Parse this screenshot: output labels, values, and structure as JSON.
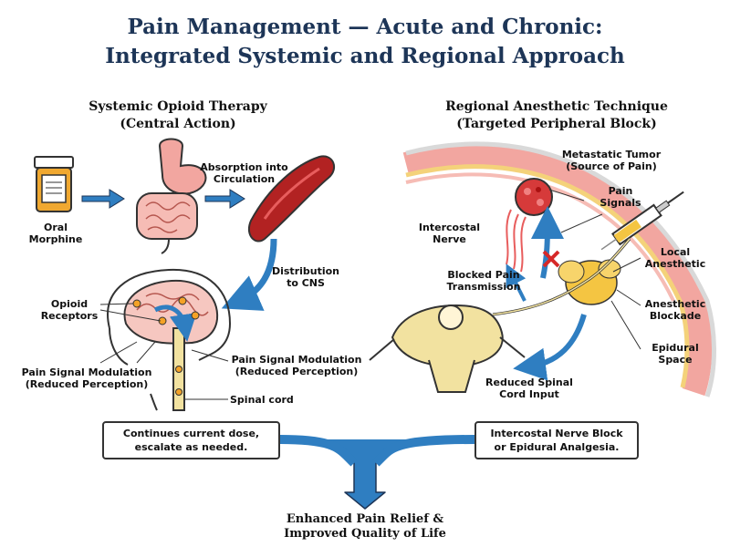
{
  "title": {
    "line1": "Pain Management — Acute and Chronic:",
    "line2": "Integrated Systemic and Regional Approach"
  },
  "left_panel": {
    "heading1": "Systemic Opioid Therapy",
    "heading2": "(Central Action)",
    "oral_morphine": [
      "Oral",
      "Morphine"
    ],
    "absorption": [
      "Absorption into",
      "Circulation"
    ],
    "distribution": [
      "Distribution",
      "to CNS"
    ],
    "opioid_receptors": [
      "Opioid",
      "Receptors"
    ],
    "modulation_left": [
      "Pain Signal Modulation",
      "(Reduced Perception)"
    ],
    "modulation_right": [
      "Pain Signal Modulation",
      "(Reduced Perception)"
    ],
    "spinal_cord": "Spinal cord",
    "bottom_box": [
      "Continues current dose,",
      "escalate as needed."
    ]
  },
  "right_panel": {
    "heading1": "Regional Anesthetic Technique",
    "heading2": "(Targeted Peripheral Block)",
    "tumor": [
      "Metastatic Tumor",
      "(Source of Pain)"
    ],
    "pain_signals": [
      "Pain",
      "Signals"
    ],
    "intercostal_nerve": [
      "Intercostal",
      "Nerve"
    ],
    "blocked": [
      "Blocked Pain",
      "Transmission"
    ],
    "local_anesthetic": [
      "Local",
      "Anesthetic"
    ],
    "anesthetic_blockade": [
      "Anesthetic",
      "Blockade"
    ],
    "epidural_space": [
      "Epidural",
      "Space"
    ],
    "reduced_input": [
      "Reduced Spinal",
      "Cord Input"
    ],
    "bottom_box": [
      "Intercostal Nerve Block",
      "or Epidural Analgesia."
    ]
  },
  "outcome": [
    "Enhanced Pain Relief &",
    "Improved Quality of Life"
  ],
  "colors": {
    "title": "#1d3557",
    "arrow_blue": "#2f7ec1",
    "block_red": "#d62828",
    "anesthetic_yellow": "#f4c542",
    "tissue_pink": "#f2a6a0"
  }
}
